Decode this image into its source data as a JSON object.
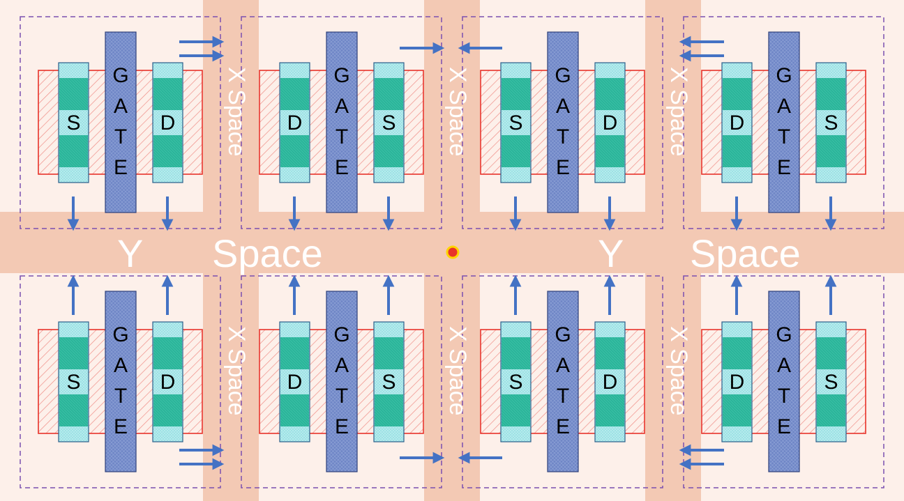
{
  "colors": {
    "background": "#fdf0ea",
    "space_band": "#f3c9b4",
    "active_border": "#e8332a",
    "active_hatch": "#ef8d86",
    "contact_fill": "#2bb59a",
    "contact_light": "#b8ecee",
    "contact_border": "#2a5e8a",
    "gate_fill": "#6f86c6",
    "gate_border": "#2d3f7a",
    "cell_border": "#7a4fb0",
    "arrow": "#4472c4",
    "origin_fill": "#e8332a",
    "origin_ring": "#ffd400"
  },
  "labels": {
    "y_space_left_y": "Y",
    "y_space_left_word": "Space",
    "y_space_right_y": "Y",
    "y_space_right_word": "Space",
    "x_space": "X Space"
  },
  "gate_letters": [
    "G",
    "A",
    "T",
    "E"
  ],
  "cells": [
    {
      "row": "top",
      "col": 0,
      "left": "S",
      "right": "D"
    },
    {
      "row": "top",
      "col": 1,
      "left": "D",
      "right": "S"
    },
    {
      "row": "top",
      "col": 2,
      "left": "S",
      "right": "D"
    },
    {
      "row": "top",
      "col": 3,
      "left": "D",
      "right": "S"
    },
    {
      "row": "bottom",
      "col": 0,
      "left": "S",
      "right": "D"
    },
    {
      "row": "bottom",
      "col": 1,
      "left": "D",
      "right": "S"
    },
    {
      "row": "bottom",
      "col": 2,
      "left": "S",
      "right": "D"
    },
    {
      "row": "bottom",
      "col": 3,
      "left": "D",
      "right": "S"
    }
  ],
  "x_space_labels": [
    {
      "row": "top",
      "gap": 0
    },
    {
      "row": "top",
      "gap": 1
    },
    {
      "row": "top",
      "gap": 2
    },
    {
      "row": "bottom",
      "gap": 0
    },
    {
      "row": "bottom",
      "gap": 1
    },
    {
      "row": "bottom",
      "gap": 2
    }
  ]
}
